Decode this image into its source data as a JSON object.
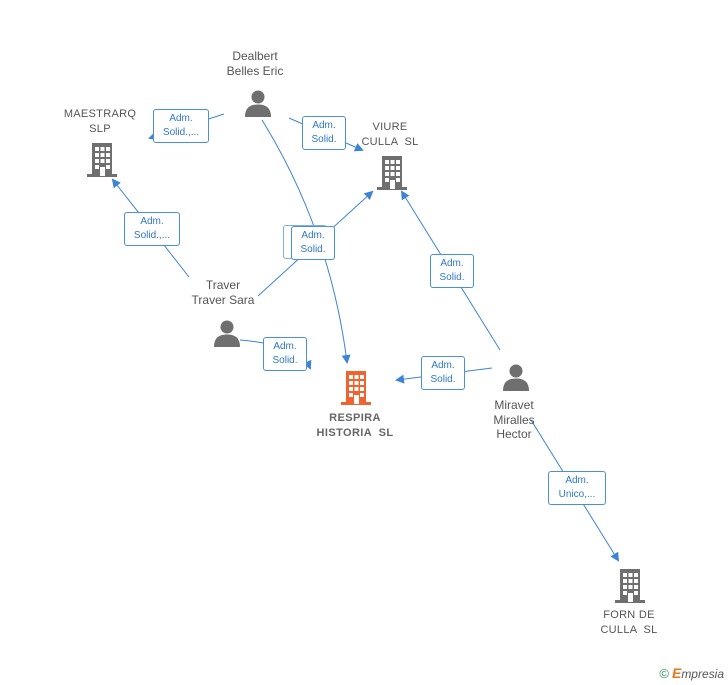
{
  "nodes": {
    "dealbert": {
      "label": "Dealbert\nBelles Eric",
      "type": "person"
    },
    "traver": {
      "label": "Traver\nTraver Sara",
      "type": "person"
    },
    "miravet": {
      "label": "Miravet\nMiralles\nHector",
      "type": "person"
    },
    "maestrarq": {
      "label": "MAESTRARQ\nSLP",
      "type": "company"
    },
    "viure": {
      "label": "VIURE\nCULLA  SL",
      "type": "company"
    },
    "respira": {
      "label": "RESPIRA\nHISTORIA  SL",
      "type": "company-main"
    },
    "forn": {
      "label": "FORN DE\nCULLA  SL",
      "type": "company"
    }
  },
  "edges": [
    {
      "id": "dealbert-maestrarq",
      "line1": "Adm.",
      "line2": "Solid.,..."
    },
    {
      "id": "dealbert-viure",
      "line1": "Adm.",
      "line2": "Solid."
    },
    {
      "id": "traver-maestrarq",
      "line1": "Adm.",
      "line2": "Solid.,..."
    },
    {
      "id": "dealbert-respira",
      "line1": "Adm.",
      "line2": "Solid."
    },
    {
      "id": "traver-respira",
      "line1": "Adm.",
      "line2": "Solid."
    },
    {
      "id": "miravet-viure",
      "line1": "Adm.",
      "line2": "Solid."
    },
    {
      "id": "miravet-respira",
      "line1": "Adm.",
      "line2": "Solid."
    },
    {
      "id": "miravet-forn",
      "line1": "Adm.",
      "line2": "Unico,..."
    }
  ],
  "colors": {
    "edge": "#3c84d6",
    "person_icon": "#6f6f6f",
    "company_icon": "#6f6f6f",
    "main_company_icon": "#f0622e"
  },
  "footer": {
    "copyright_symbol": "©",
    "brand_initial": "E",
    "brand_rest": "mpresia"
  }
}
